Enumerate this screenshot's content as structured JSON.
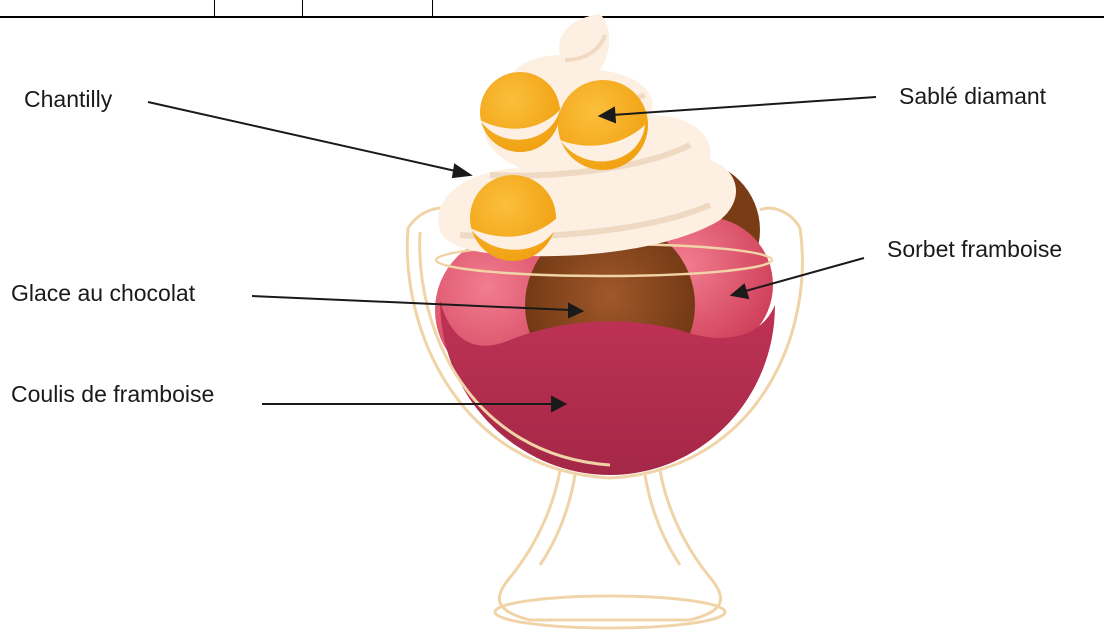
{
  "labels": {
    "chantilly": "Chantilly",
    "sable": "Sablé diamant",
    "sorbet": "Sorbet framboise",
    "glace": "Glace au chocolat",
    "coulis": "Coulis de framboise"
  },
  "colors": {
    "cream": "#fdf0e3",
    "cream_shadow": "#f2dcc7",
    "biscuit": "#f5b021",
    "chocolate": "#8b4513",
    "chocolate_dark": "#5a2e12",
    "raspberry_sorbet": "#e0506a",
    "coulis": "#b52c4e",
    "glass_outline": "#f0d4a8"
  }
}
